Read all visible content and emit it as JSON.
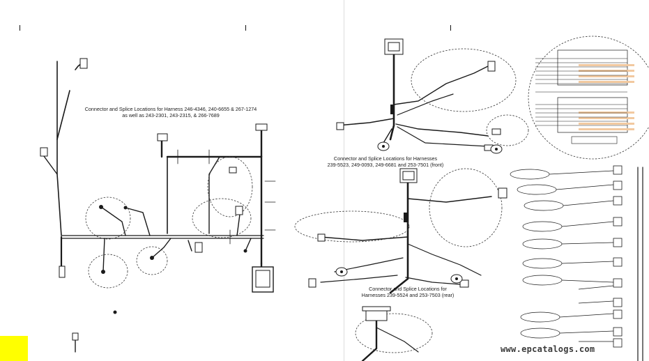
{
  "captions": {
    "harness_246": "Connector and Splice Locations for Harness 246-4346, 240-6655 & 267-1274\nas well as 243-2301, 243-2315, & 266-7689",
    "harness_front": "Connector and Splice Locations for Harnesses\n239-5523, 249-0093, 249-6681 and 253-7501 (front)",
    "harness_rear": "Connector and Splice Locations for\nHarnesses 239-5524 and 253-7503 (rear)"
  },
  "watermark": "www.epcatalogs.com",
  "colors": {
    "wire": "#1a1a1a",
    "highlight_band": "#f2c9a0",
    "yellow_mark": "#ffff00",
    "background": "#ffffff"
  },
  "icons": [
    "connector-icon",
    "splice-icon",
    "sensor-icon",
    "ecm-icon"
  ]
}
